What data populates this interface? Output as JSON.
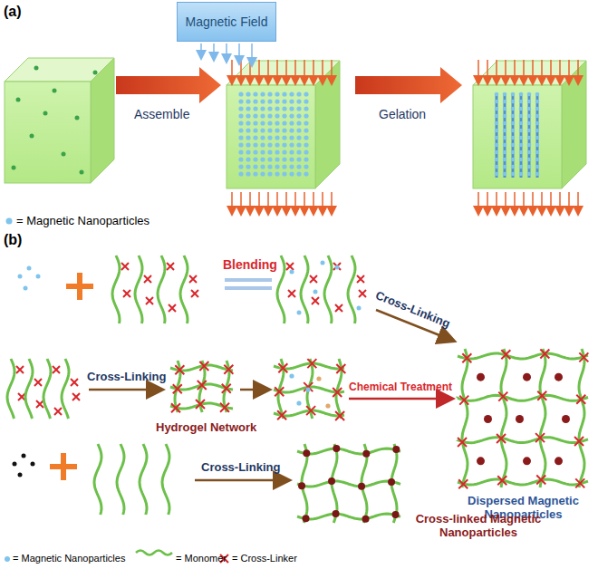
{
  "diagram": {
    "nodes": [
      {
        "text": [
          "Magnetic Field"
        ]
      }
    ],
    "labels": [
      "(a)",
      "Assemble",
      "Gelation",
      "(b)",
      "Blending",
      "Cross-Linking",
      "Cross-Linking",
      "Hydrogel Network",
      "Chemical Treatment",
      "Dispersed Magnetic Nanoparticles",
      "Cross-Linking",
      "Cross-linked Magnetic Nanoparticles"
    ],
    "legend": [
      {
        "text": "= Magnetic Nanoparticles"
      },
      {
        "text": "= Magnetic Nanoparticles"
      },
      {
        "text": "= Monomer"
      },
      {
        "text": "= Cross-Linker"
      }
    ]
  }
}
